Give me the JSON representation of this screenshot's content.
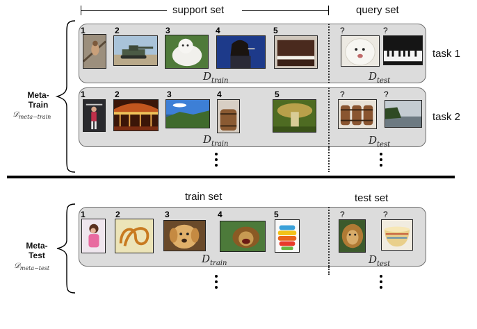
{
  "headers": {
    "support_set": "support set",
    "query_set": "query set",
    "train_set": "train set",
    "test_set": "test set"
  },
  "meta_train": {
    "label_line1": "Meta-",
    "label_line2": "Train",
    "math": "𝒟",
    "math_sub": "meta−train"
  },
  "meta_test": {
    "label_line1": "Meta-",
    "label_line2": "Test",
    "math": "𝒟",
    "math_sub": "meta−test"
  },
  "numbers": [
    "1",
    "2",
    "3",
    "4",
    "5"
  ],
  "query_mark": "?",
  "d_train": {
    "base": "D",
    "sub": "train"
  },
  "d_test": {
    "base": "D",
    "sub": "test"
  },
  "tasks": [
    "task 1",
    "task 2"
  ],
  "images": {
    "task1": [
      "bird",
      "tank",
      "white dog",
      "singer",
      "piano"
    ],
    "task1_query": [
      "white dog",
      "piano"
    ],
    "task2": [
      "gymnast",
      "carousel",
      "coast",
      "barrel",
      "mushroom"
    ],
    "task2_query": [
      "barrels",
      "coast"
    ],
    "test": [
      "girl",
      "knot",
      "golden retriever",
      "lion",
      "bowls"
    ],
    "test_query": [
      "lion",
      "bowl"
    ]
  },
  "colors": {
    "panel": "#dcdcdc",
    "panel_border": "#6d6d6d",
    "divider": "#000000"
  }
}
